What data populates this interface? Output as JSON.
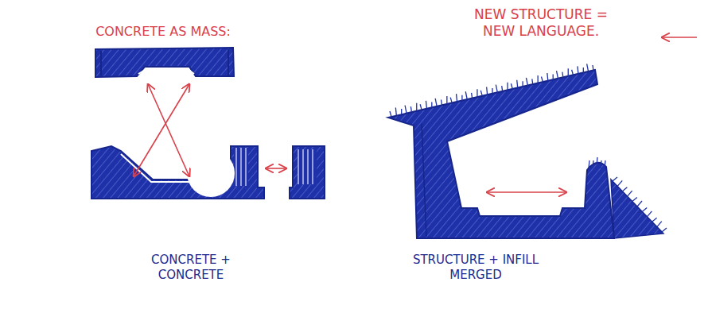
{
  "diagram": {
    "labels": [
      "CONCRETE AS MASS:",
      "NEW STRUCTURE = NEW LANGUAGE.",
      "CONCRETE + CONCRETE",
      "STRUCTURE + INFILL MERGED"
    ]
  }
}
